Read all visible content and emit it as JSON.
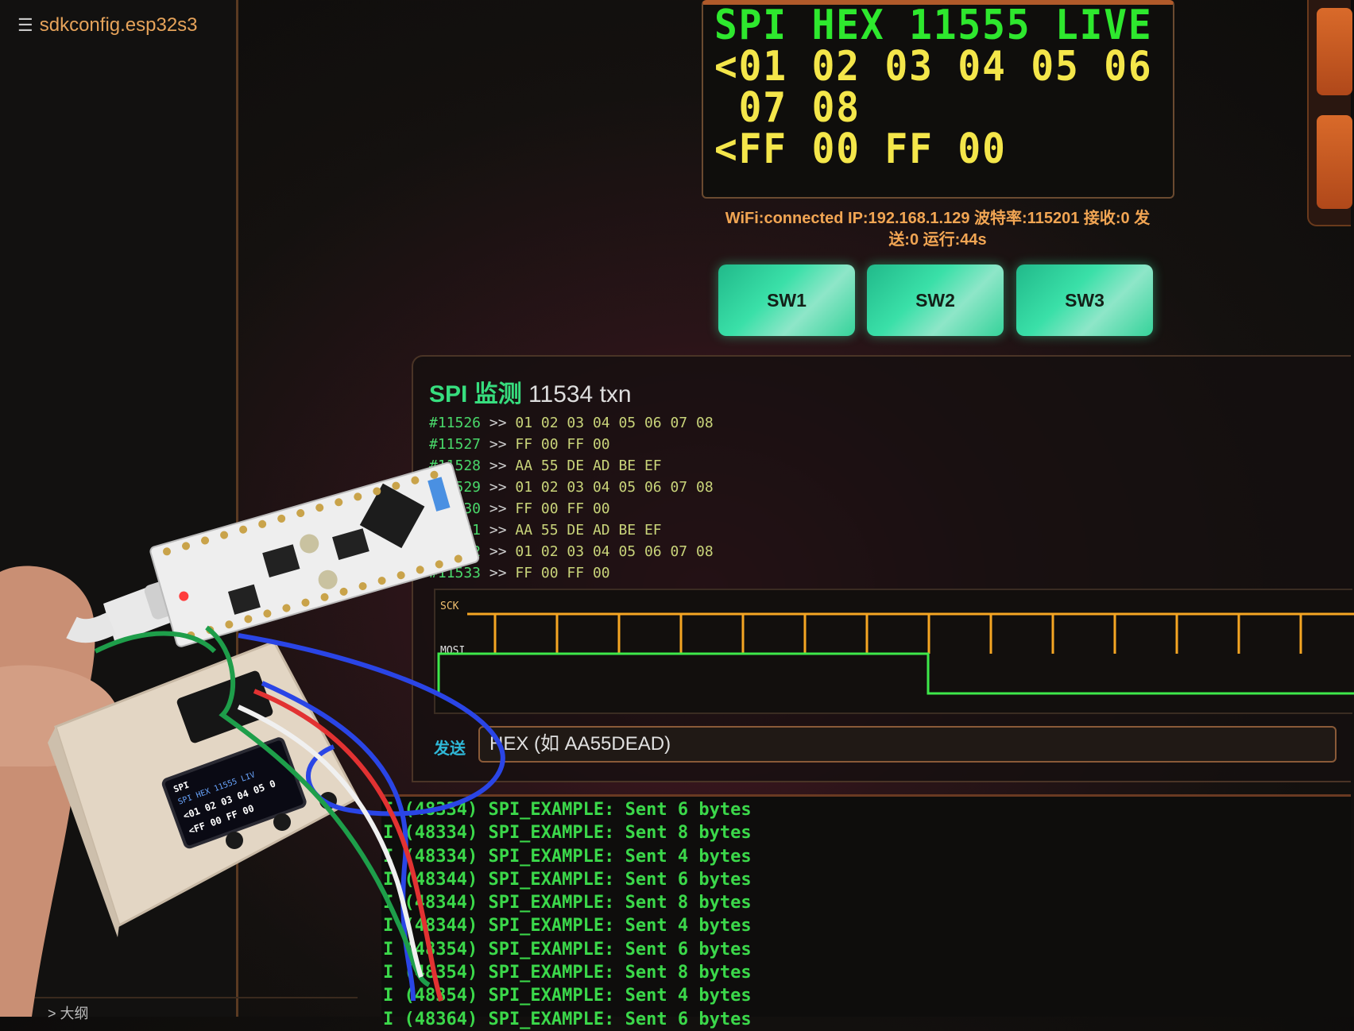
{
  "explorer": {
    "file_name": "sdkconfig.esp32s3",
    "file_icon": "list-icon",
    "bottom_label": "> 大纲"
  },
  "lcd": {
    "top_line": "SPI HEX 11555 LIVE",
    "data_lines": [
      "<01 02 03 04 05 06",
      " 07 08",
      "<FF 00 FF 00"
    ]
  },
  "status_bar": {
    "line1": "WiFi:connected IP:192.168.1.129 波特率:115201 接收:0 发",
    "line2": "送:0 运行:44s"
  },
  "buttons": {
    "sw1": "SW1",
    "sw2": "SW2",
    "sw3": "SW3"
  },
  "monitor": {
    "title_name": "SPI 监测",
    "title_count": "11534 txn",
    "transactions": [
      {
        "id": "#11526",
        "dir": ">>",
        "bytes": "01 02 03 04 05 06 07 08"
      },
      {
        "id": "#11527",
        "dir": ">>",
        "bytes": "FF 00 FF 00"
      },
      {
        "id": "#11528",
        "dir": ">>",
        "bytes": "AA 55 DE AD BE EF"
      },
      {
        "id": "#11529",
        "dir": ">>",
        "bytes": "01 02 03 04 05 06 07 08"
      },
      {
        "id": "#11530",
        "dir": ">>",
        "bytes": "FF 00 FF 00"
      },
      {
        "id": "#11531",
        "dir": ">>",
        "bytes": "AA 55 DE AD BE EF"
      },
      {
        "id": "#11532",
        "dir": ">>",
        "bytes": "01 02 03 04 05 06 07 08"
      },
      {
        "id": "#11533",
        "dir": ">>",
        "bytes": "FF 00 FF 00"
      }
    ],
    "waveform": {
      "sck_label": "SCK",
      "mosi_label": "MOSI",
      "sck_color": "#f5a623",
      "mosi_color": "#3ee84a"
    },
    "send_label": "发送",
    "hex_placeholder": "HEX (如 AA55DEAD)"
  },
  "terminal": {
    "lines": [
      "I (48334) SPI_EXAMPLE: Sent 6 bytes",
      "I (48334) SPI_EXAMPLE: Sent 8 bytes",
      "I (48334) SPI_EXAMPLE: Sent 4 bytes",
      "I (48344) SPI_EXAMPLE: Sent 6 bytes",
      "I (48344) SPI_EXAMPLE: Sent 8 bytes",
      "I (48344) SPI_EXAMPLE: Sent 4 bytes",
      "I (48354) SPI_EXAMPLE: Sent 6 bytes",
      "I (48354) SPI_EXAMPLE: Sent 8 bytes",
      "I (48354) SPI_EXAMPLE: Sent 4 bytes",
      "I (48364) SPI_EXAMPLE: Sent 6 bytes"
    ]
  },
  "hardware": {
    "oled_line1": "SPI",
    "oled_line2": "SPI HEX 11555 LIV",
    "oled_line3": "<01 02 03 04 05 0",
    "oled_line4": "<FF 00 FF 00"
  }
}
